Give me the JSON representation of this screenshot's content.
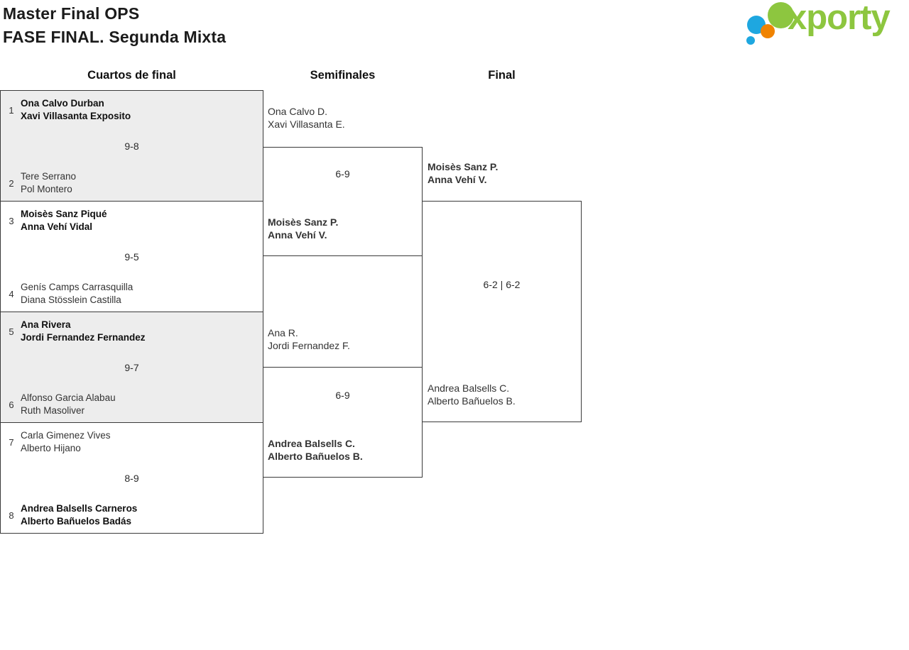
{
  "header": {
    "title_line1": "Master Final OPS",
    "title_line2": "FASE FINAL. Segunda Mixta"
  },
  "logo": {
    "text": "xporty",
    "colors": {
      "green": "#8dc63f",
      "blue": "#1ea7e0",
      "orange": "#f08300"
    }
  },
  "round_headers": [
    "Cuartos de final",
    "Semifinales",
    "Final"
  ],
  "colors": {
    "alt_match_fill": "#ededed",
    "border": "#3a3a3a"
  },
  "quarterfinals": [
    {
      "score": "9-8",
      "team1": {
        "seed": "1",
        "line1": "Ona Calvo Durban",
        "line2": "Xavi Villasanta Exposito",
        "winner": true
      },
      "team2": {
        "seed": "2",
        "line1": "Tere Serrano",
        "line2": "Pol Montero",
        "winner": false
      }
    },
    {
      "score": "9-5",
      "team1": {
        "seed": "3",
        "line1": "Moisès Sanz Piqué",
        "line2": "Anna Vehí Vidal",
        "winner": true
      },
      "team2": {
        "seed": "4",
        "line1": "Genís Camps Carrasquilla",
        "line2": "Diana Stösslein Castilla",
        "winner": false
      }
    },
    {
      "score": "9-7",
      "team1": {
        "seed": "5",
        "line1": "Ana Rivera",
        "line2": "Jordi Fernandez Fernandez",
        "winner": true
      },
      "team2": {
        "seed": "6",
        "line1": "Alfonso Garcia Alabau",
        "line2": "Ruth Masoliver",
        "winner": false
      }
    },
    {
      "score": "8-9",
      "team1": {
        "seed": "7",
        "line1": "Carla Gimenez Vives",
        "line2": "Alberto Hijano",
        "winner": false
      },
      "team2": {
        "seed": "8",
        "line1": "Andrea Balsells Carneros",
        "line2": "Alberto Bañuelos Badás",
        "winner": true
      }
    }
  ],
  "semifinals": [
    {
      "score": "6-9",
      "top": {
        "line1": "Ona Calvo D.",
        "line2": "Xavi Villasanta E.",
        "winner": false
      },
      "bottom": {
        "line1": "Moisès Sanz P.",
        "line2": "Anna Vehí V.",
        "winner": true
      }
    },
    {
      "score": "6-9",
      "top": {
        "line1": "Ana R.",
        "line2": "Jordi Fernandez F.",
        "winner": false
      },
      "bottom": {
        "line1": "Andrea Balsells C.",
        "line2": "Alberto Bañuelos B.",
        "winner": true
      }
    }
  ],
  "final": {
    "score": "6-2 | 6-2",
    "top": {
      "line1": "Moisès Sanz P.",
      "line2": "Anna Vehí V.",
      "winner": true
    },
    "bottom": {
      "line1": "Andrea Balsells C.",
      "line2": "Alberto Bañuelos B.",
      "winner": false
    }
  }
}
